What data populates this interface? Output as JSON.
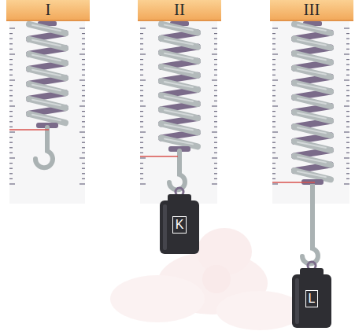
{
  "diagram": {
    "nodes": [
      {
        "text": [
          "I"
        ]
      },
      {
        "text": [
          "II"
        ]
      },
      {
        "text": [
          "III"
        ]
      },
      {
        "text": [
          "K"
        ]
      },
      {
        "text": [
          "L"
        ]
      }
    ]
  }
}
